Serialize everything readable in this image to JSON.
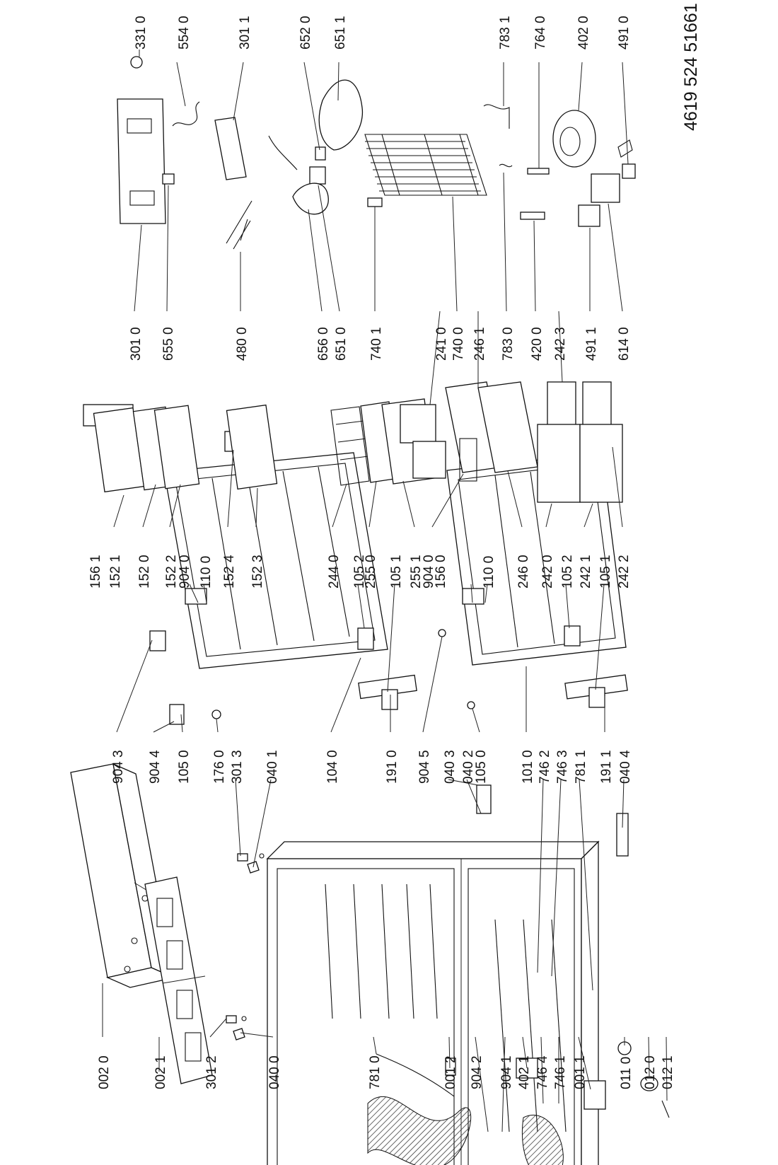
{
  "document_number": "4619 524 51661",
  "labels": {
    "c1": [
      "002 0",
      "002 1",
      "301 2",
      "040 0",
      "781 0",
      "001 2",
      "904 2",
      "904 1",
      "402 1",
      "746 4",
      "746 1",
      "001 1",
      "011 0",
      "012 0",
      "012 1"
    ],
    "c2": [
      "904 3",
      "904 4",
      "105 0",
      "176 0",
      "301 3",
      "040 1",
      "104 0",
      "191 0",
      "904 5",
      "040 3",
      "040 2",
      "105 0",
      "101 0",
      "746 2",
      "746 3",
      "781 1",
      "191 1",
      "040 4"
    ],
    "c3": [
      "156 1",
      "152 1",
      "152 0",
      "152 2",
      "904 0",
      "110 0",
      "152 4",
      "152 3",
      "244 0",
      "105 2",
      "255 0",
      "105 1",
      "255 1",
      "904 0",
      "156 0",
      "110 0",
      "246 0",
      "242 0",
      "105 2",
      "242 1",
      "105 1",
      "242 2"
    ],
    "c4": [
      "301 0",
      "655 0",
      "480 0",
      "656 0",
      "651 0",
      "740 1",
      "241 0",
      "740 0",
      "246 1",
      "783 0",
      "420 0",
      "242 3",
      "491 1",
      "614 0"
    ],
    "c5": [
      "331 0",
      "554 0",
      "301 1",
      "652 0",
      "651 1",
      "783 1",
      "764 0",
      "402 0",
      "491 0"
    ]
  }
}
